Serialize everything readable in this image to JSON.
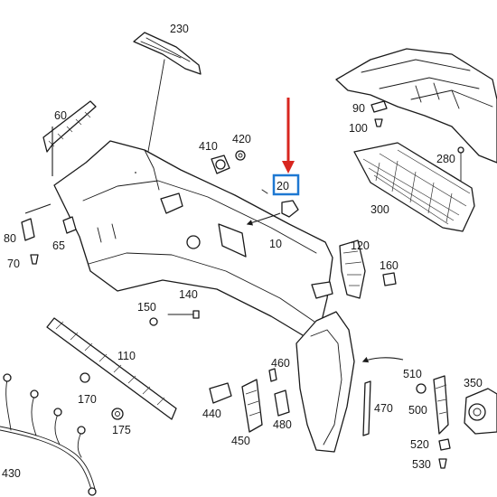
{
  "diagram": {
    "highlighted_part": "20",
    "highlight_color": "#1e78d2",
    "arrow_color": "#d8261f",
    "labels": {
      "p230": "230",
      "p60": "60",
      "p410": "410",
      "p420": "420",
      "p20": "20",
      "p90": "90",
      "p100": "100",
      "p280": "280",
      "p300": "300",
      "p80": "80",
      "p65": "65",
      "p70": "70",
      "p10": "10",
      "p120": "120",
      "p160": "160",
      "p150": "150",
      "p140": "140",
      "p110": "110",
      "p460": "460",
      "p510": "510",
      "p350": "350",
      "p170": "170",
      "p440": "440",
      "p500": "500",
      "p470": "470",
      "p175": "175",
      "p480": "480",
      "p450": "450",
      "p520": "520",
      "p530": "530",
      "p430": "430"
    }
  }
}
